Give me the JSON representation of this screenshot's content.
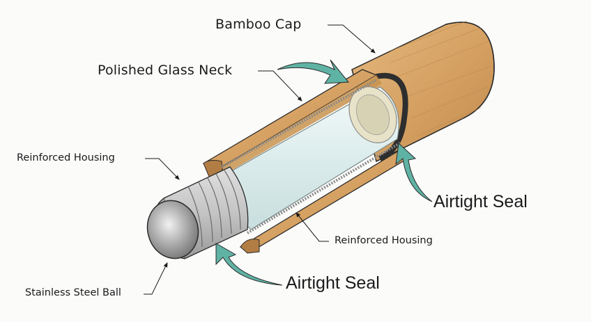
{
  "diagram": {
    "type": "cutaway illustration",
    "subject": "Roller bottle assembly",
    "labels": {
      "bamboo_cap": "Bamboo Cap",
      "polished_glass_neck": "Polished Glass Neck",
      "reinforced_housing_left": "Reinforced Housing",
      "reinforced_housing_right": "Reinforced Housing",
      "airtight_seal_top": "Airtight Seal",
      "airtight_seal_bottom": "Airtight Seal",
      "stainless_steel_ball": "Stainless Steel Ball"
    },
    "colors": {
      "background": "#fbfbfa",
      "bamboo": "#d9a86a",
      "bamboo_dark": "#b9854a",
      "glass": "#e3efef",
      "steel": "#b8b8b8",
      "seal_gasket": "#2e2e2e",
      "arrow_teal": "#5fb3a4",
      "text": "#1a1a1a"
    }
  }
}
